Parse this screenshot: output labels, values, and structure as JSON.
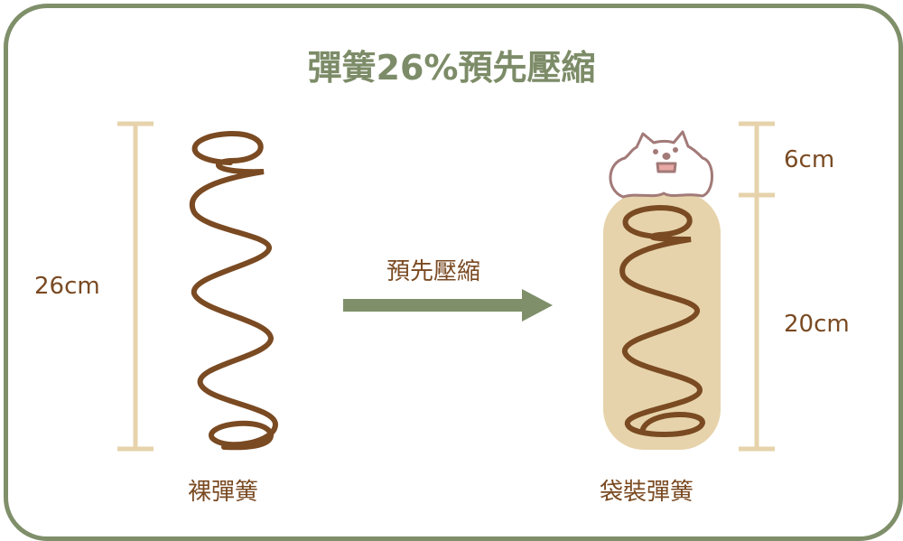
{
  "title": "彈簧26%預先壓縮",
  "left": {
    "height_label": "26cm",
    "caption": "裸彈簧"
  },
  "arrow_label": "預先壓縮",
  "right": {
    "top_label": "6cm",
    "bottom_label": "20cm",
    "caption": "袋裝彈簧"
  },
  "colors": {
    "border": "#7f8f6a",
    "brown": "#7a4a22",
    "beige": "#e6d3ab",
    "cat": "#a27a78"
  }
}
